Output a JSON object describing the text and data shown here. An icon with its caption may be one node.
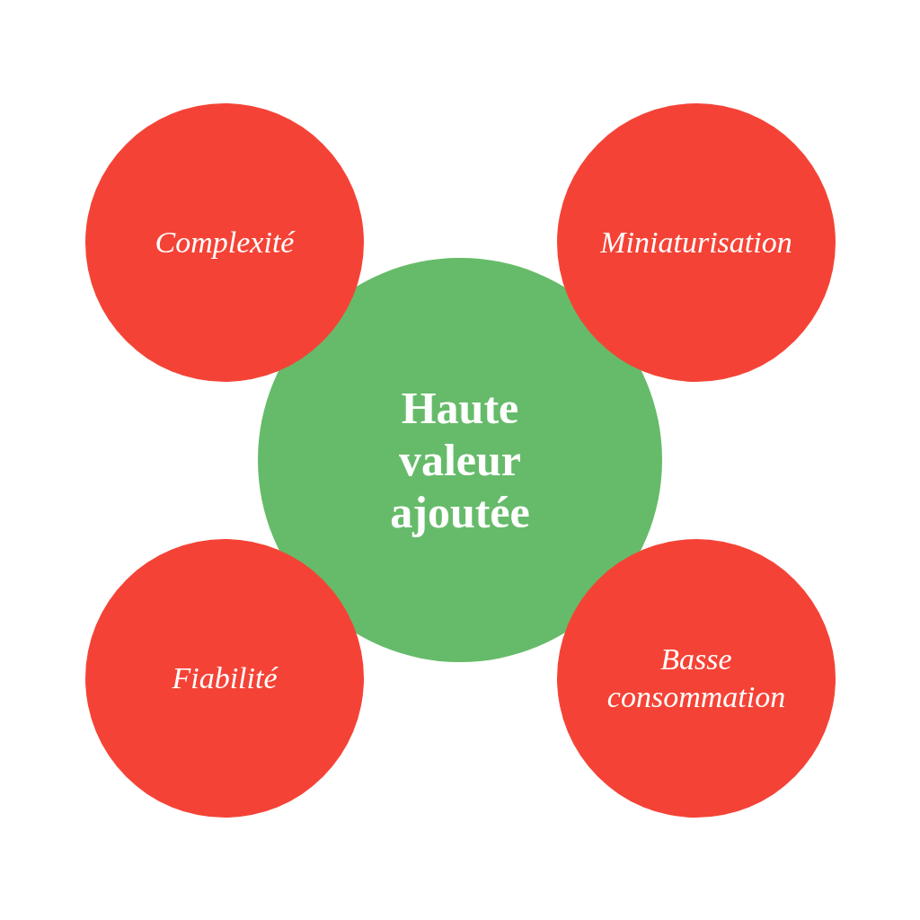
{
  "diagram": {
    "nodes": [
      {
        "text": [
          "Complexité"
        ]
      },
      {
        "text": [
          "Miniaturisation"
        ]
      },
      {
        "text": [
          "Haute valeur ajoutée"
        ]
      },
      {
        "text": [
          "Fiabilité"
        ]
      },
      {
        "text": [
          "Basse consommation"
        ]
      }
    ]
  }
}
